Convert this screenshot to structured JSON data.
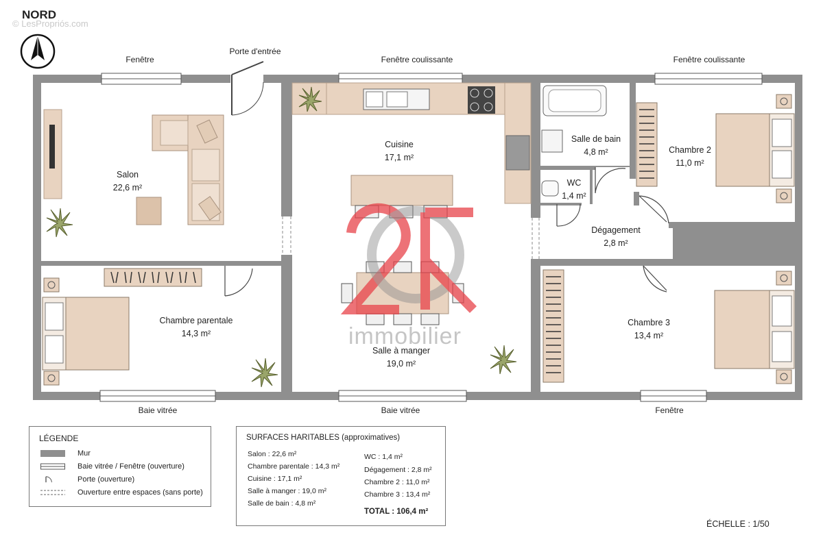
{
  "header": {
    "north_label": "NORD",
    "site_watermark": "© LesPropriós.com"
  },
  "watermark": {
    "brand_text": "immobilier"
  },
  "openings": {
    "fenetre_salon": "Fenêtre",
    "porte_entree": "Porte d'entrée",
    "fenetre_coulissante_cuisine": "Fenêtre coulissante",
    "fenetre_coulissante_chambre2": "Fenêtre coulissante",
    "baie_vitree_chambre_parentale": "Baie vitrée",
    "baie_vitree_salle_a_manger": "Baie vitrée",
    "fenetre_chambre3": "Fenêtre"
  },
  "rooms": {
    "salon": {
      "name": "Salon",
      "area": "22,6 m²"
    },
    "cuisine": {
      "name": "Cuisine",
      "area": "17,1 m²"
    },
    "salle_de_bain": {
      "name": "Salle de bain",
      "area": "4,8 m²"
    },
    "chambre2": {
      "name": "Chambre 2",
      "area": "11,0 m²"
    },
    "wc": {
      "name": "WC",
      "area": "1,4 m²"
    },
    "degagement": {
      "name": "Dégagement",
      "area": "2,8 m²"
    },
    "chambre_parentale": {
      "name": "Chambre parentale",
      "area": "14,3 m²"
    },
    "salle_a_manger": {
      "name": "Salle à manger",
      "area": "19,0 m²"
    },
    "chambre3": {
      "name": "Chambre 3",
      "area": "13,4 m²"
    }
  },
  "legend": {
    "title": "LÉGENDE",
    "items": [
      {
        "label": "Mur"
      },
      {
        "label": "Baie vitrée / Fenêtre (ouverture)"
      },
      {
        "label": "Porte (ouverture)"
      },
      {
        "label": "Ouverture entre espaces (sans porte)"
      }
    ]
  },
  "surfaces": {
    "title": "SURFACES HARITABLES (approximatives)",
    "left": [
      "Salon : 22,6 m²",
      "Chambre parentale : 14,3 m²",
      "Cuisine : 17,1 m²",
      "Salle à manger : 19,0 m²",
      "Salle de bain : 4,8 m²"
    ],
    "right": [
      "WC : 1,4 m²",
      "Dégagement : 2,8 m²",
      "Chambre 2 : 11,0 m²",
      "Chambre 3 : 13,4 m²"
    ],
    "total": "TOTAL : 106,4 m²"
  },
  "scale": "ÉCHELLE : 1/50",
  "colors": {
    "wall": "#8f8f8f",
    "wood": "#e8d3c0",
    "floor": "#ffffff",
    "brand_red": "#e8434a"
  }
}
